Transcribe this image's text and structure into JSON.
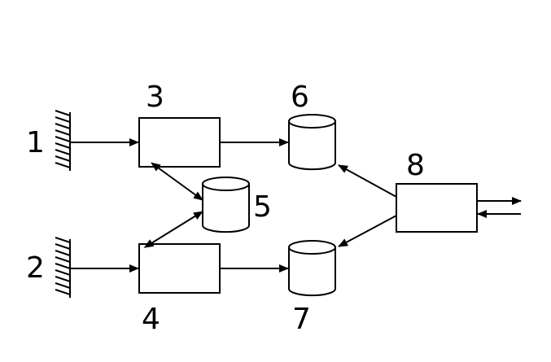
{
  "labels": {
    "n1": "1",
    "n2": "2",
    "n3": "3",
    "n4": "4",
    "n5": "5",
    "n6": "6",
    "n7": "7",
    "n8": "8"
  }
}
